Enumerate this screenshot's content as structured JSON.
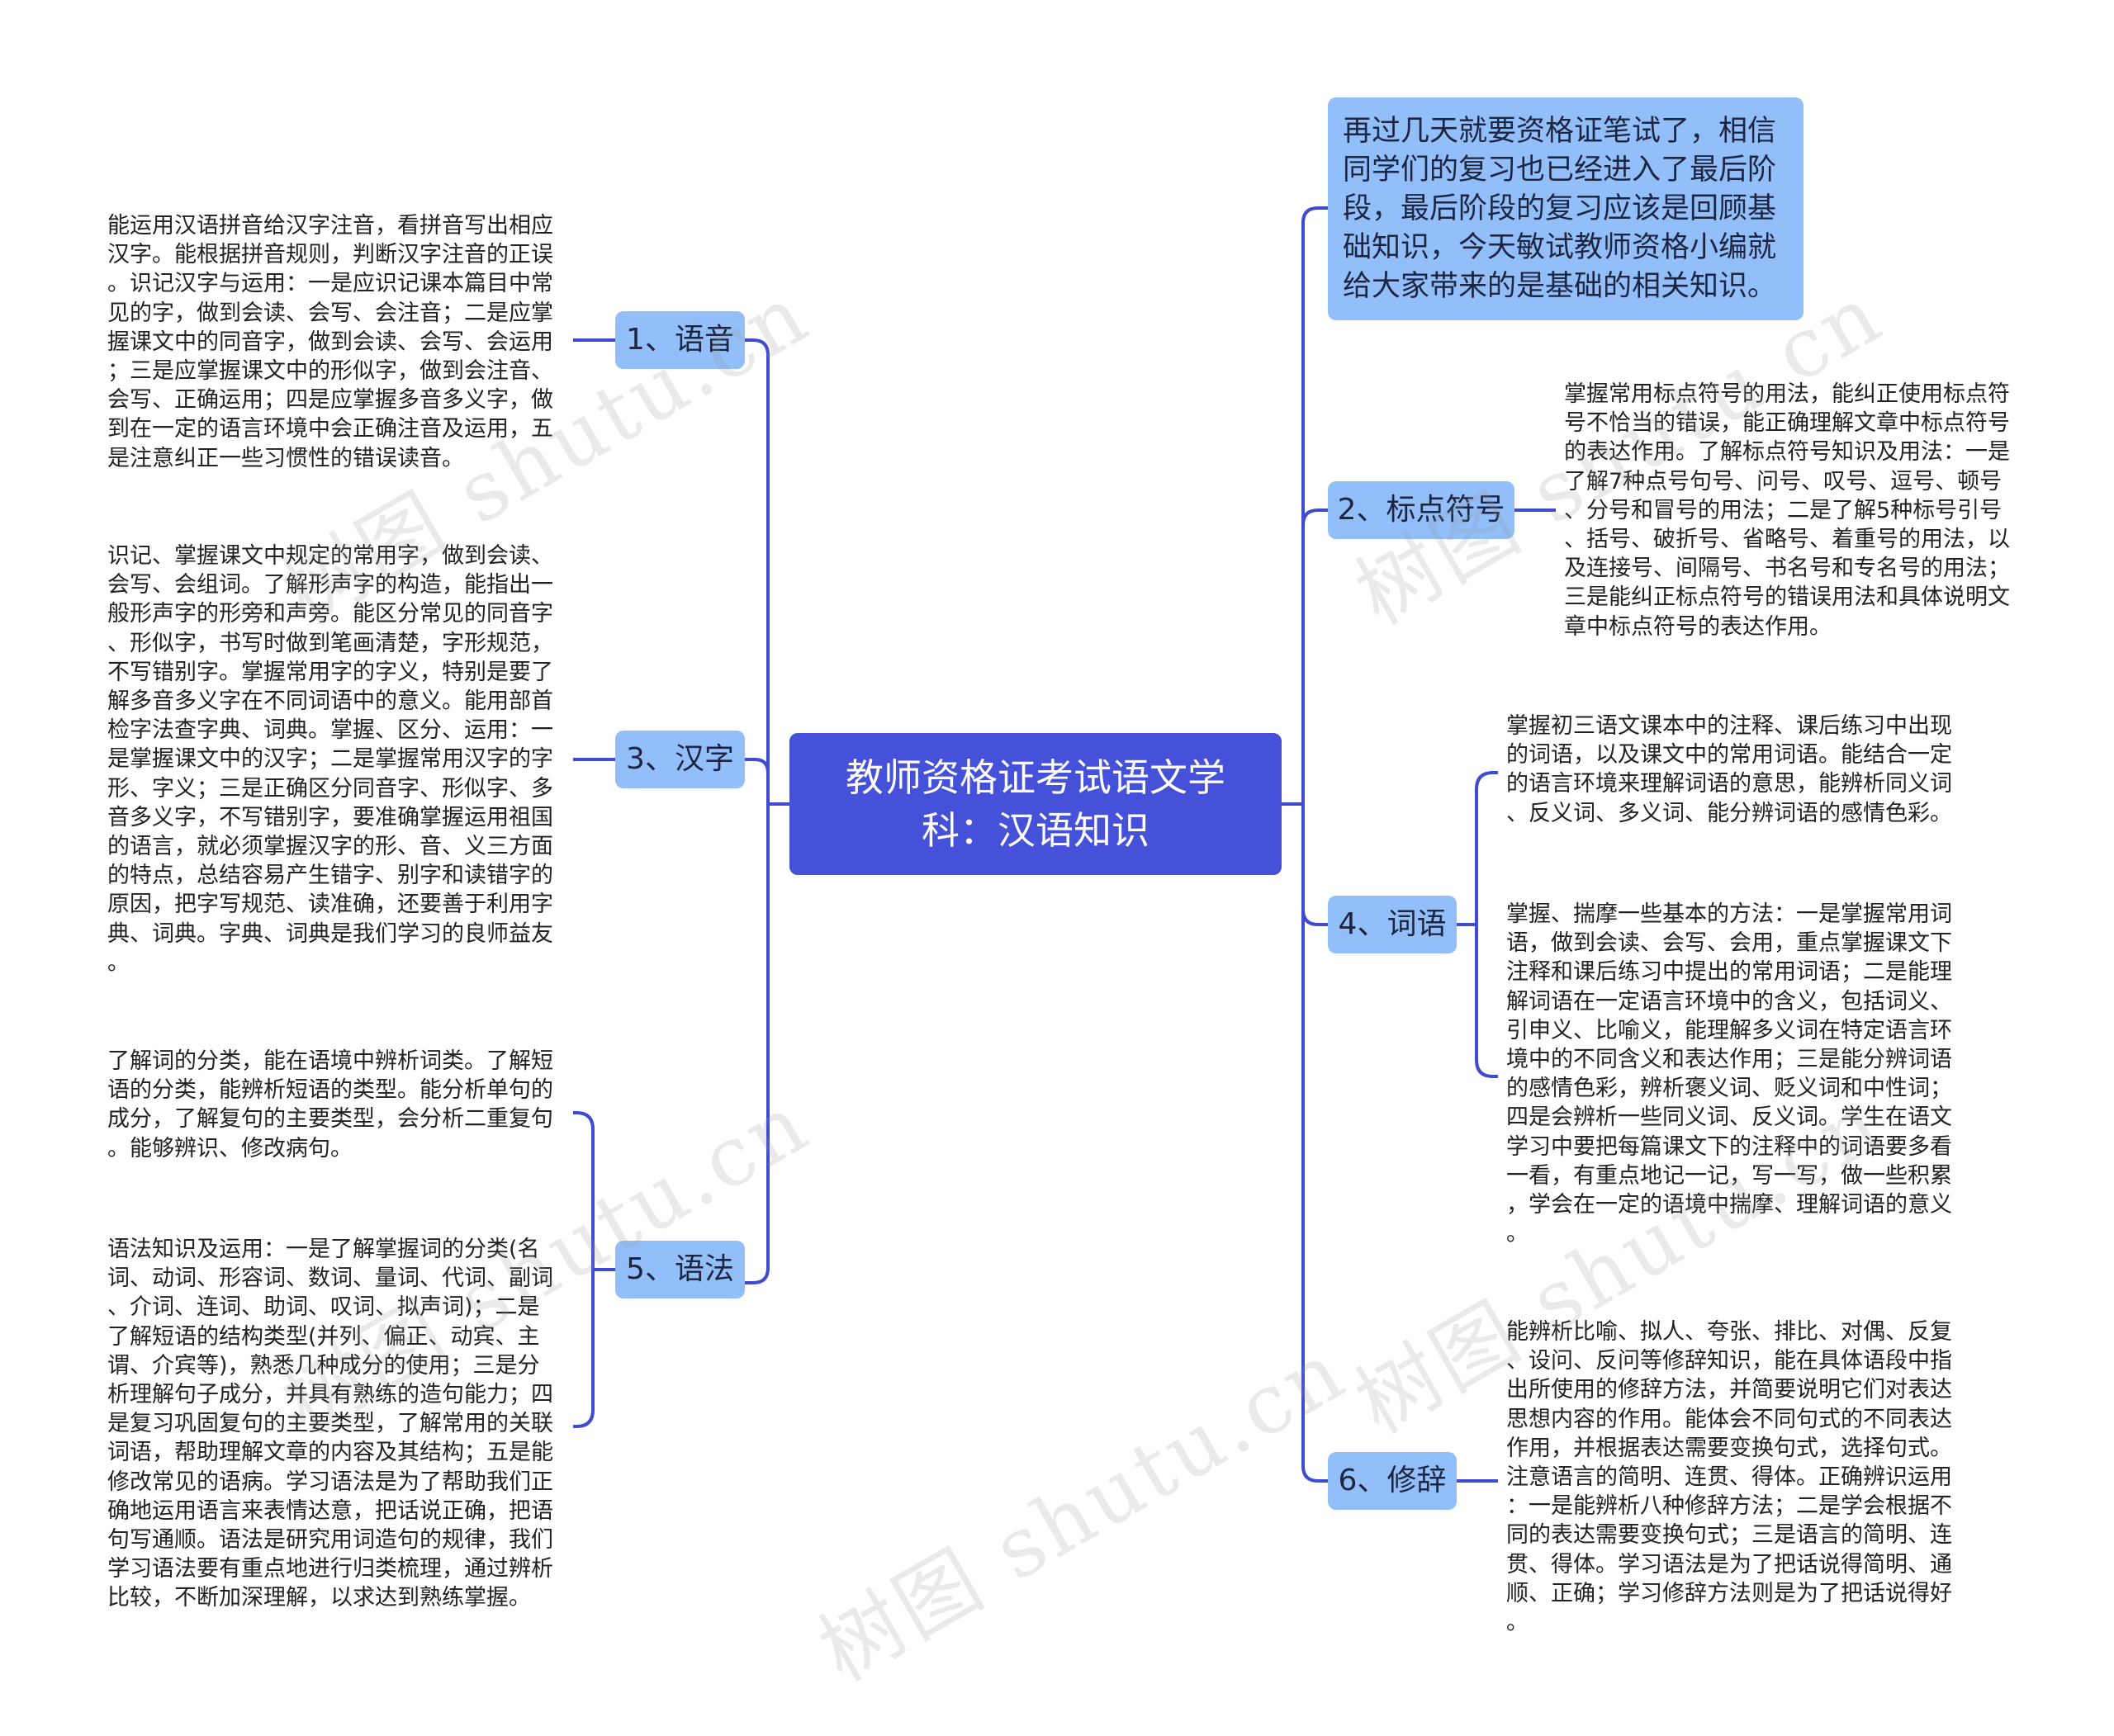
{
  "root": {
    "title": "教师资格证考试语文学科：汉语知识"
  },
  "intro": "再过几天就要资格证笔试了，相信同学们的复习也已经进入了最后阶段，最后阶段的复习应该是回顾基础知识，今天敏试教师资格小编就给大家带来的是基础的相关知识。",
  "left_branches": [
    {
      "label": "1、语音",
      "leaves": [
        "能运用汉语拼音给汉字注音，看拼音写出相应\n汉字。能根据拼音规则，判断汉字注音的正误\n。识记汉字与运用：一是应识记课本篇目中常\n见的字，做到会读、会写、会注音；二是应掌\n握课文中的同音字，做到会读、会写、会运用\n；三是应掌握课文中的形似字，做到会注音、\n会写、正确运用；四是应掌握多音多义字，做\n到在一定的语言环境中会正确注音及运用，五\n是注意纠正一些习惯性的错误读音。"
      ]
    },
    {
      "label": "3、汉字",
      "leaves": [
        "识记、掌握课文中规定的常用字，做到会读、\n会写、会组词。了解形声字的构造，能指出一\n般形声字的形旁和声旁。能区分常见的同音字\n、形似字，书写时做到笔画清楚，字形规范，\n不写错别字。掌握常用字的字义，特别是要了\n解多音多义字在不同词语中的意义。能用部首\n检字法查字典、词典。掌握、区分、运用：一\n是掌握课文中的汉字；二是掌握常用汉字的字\n形、字义；三是正确区分同音字、形似字、多\n音多义字，不写错别字，要准确掌握运用祖国\n的语言，就必须掌握汉字的形、音、义三方面\n的特点，总结容易产生错字、别字和读错字的\n原因，把字写规范、读准确，还要善于利用字\n典、词典。字典、词典是我们学习的良师益友\n。"
      ]
    },
    {
      "label": "5、语法",
      "leaves": [
        "了解词的分类，能在语境中辨析词类。了解短\n语的分类，能辨析短语的类型。能分析单句的\n成分，了解复句的主要类型，会分析二重复句\n。能够辨识、修改病句。",
        "语法知识及运用：一是了解掌握词的分类(名\n词、动词、形容词、数词、量词、代词、副词\n、介词、连词、助词、叹词、拟声词)；二是\n了解短语的结构类型(并列、偏正、动宾、主\n谓、介宾等)，熟悉几种成分的使用；三是分\n析理解句子成分，并具有熟练的造句能力；四\n是复习巩固复句的主要类型，了解常用的关联\n词语，帮助理解文章的内容及其结构；五是能\n修改常见的语病。学习语法是为了帮助我们正\n确地运用语言来表情达意，把话说正确，把语\n句写通顺。语法是研究用词造句的规律，我们\n学习语法要有重点地进行归类梳理，通过辨析\n比较，不断加深理解，以求达到熟练掌握。"
      ]
    }
  ],
  "right_branches": [
    {
      "label": "2、标点符号",
      "leaves": [
        "掌握常用标点符号的用法，能纠正使用标点符\n号不恰当的错误，能正确理解文章中标点符号\n的表达作用。了解标点符号知识及用法：一是\n了解7种点号句号、问号、叹号、逗号、顿号\n、分号和冒号的用法；二是了解5种标号引号\n、括号、破折号、省略号、着重号的用法，以\n及连接号、间隔号、书名号和专名号的用法；\n三是能纠正标点符号的错误用法和具体说明文\n章中标点符号的表达作用。"
      ]
    },
    {
      "label": "4、词语",
      "leaves": [
        "掌握初三语文课本中的注释、课后练习中出现\n的词语，以及课文中的常用词语。能结合一定\n的语言环境来理解词语的意思，能辨析同义词\n、反义词、多义词、能分辨词语的感情色彩。",
        "掌握、揣摩一些基本的方法：一是掌握常用词\n语，做到会读、会写、会用，重点掌握课文下\n注释和课后练习中提出的常用词语；二是能理\n解词语在一定语言环境中的含义，包括词义、\n引申义、比喻义，能理解多义词在特定语言环\n境中的不同含义和表达作用；三是能分辨词语\n的感情色彩，辨析褒义词、贬义词和中性词；\n四是会辨析一些同义词、反义词。学生在语文\n学习中要把每篇课文下的注释中的词语要多看\n一看，有重点地记一记，写一写，做一些积累\n，学会在一定的语境中揣摩、理解词语的意义\n。"
      ]
    },
    {
      "label": "6、修辞",
      "leaves": [
        "能辨析比喻、拟人、夸张、排比、对偶、反复\n、设问、反问等修辞知识，能在具体语段中指\n出所使用的修辞方法，并简要说明它们对表达\n思想内容的作用。能体会不同句式的不同表达\n作用，并根据表达需要变换句式，选择句式。\n注意语言的简明、连贯、得体。正确辨识运用\n：一是能辨析八种修辞方法；二是学会根据不\n同的表达需要变换句式；三是语言的简明、连\n贯、得体。学习语法是为了把话说得简明、通\n顺、正确；学习修辞方法则是为了把话说得好\n。"
      ]
    }
  ],
  "watermarks": [
    "树图 shutu.cn",
    "树图 shutu.cn",
    "树图 shutu.cn",
    "树图 shutu.cn",
    "树图 shutu.cn"
  ],
  "colors": {
    "root_bg": "#4451d8",
    "branch_bg": "#92bff9",
    "connector": "#3f4bd1",
    "leaf_text": "#222222"
  }
}
